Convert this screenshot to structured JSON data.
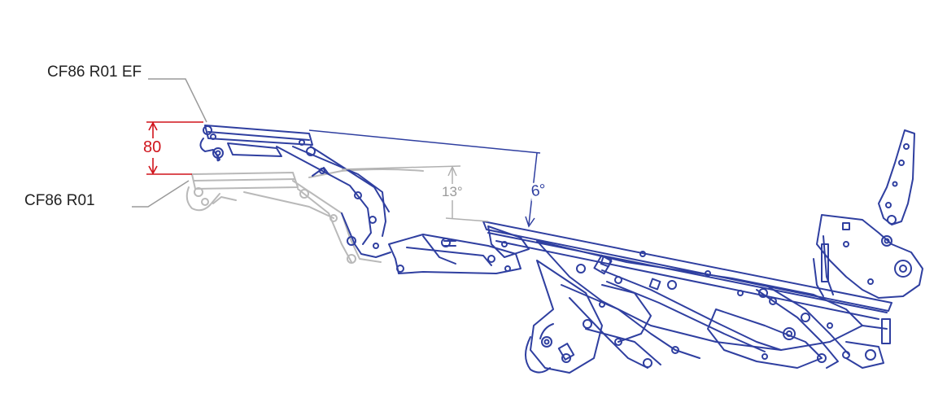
{
  "labels": {
    "upper_model": "CF86 R01 EF",
    "lower_model": "CF86 R01"
  },
  "dimensions": {
    "height": "80",
    "angle_upper": "6°",
    "angle_lower": "13°"
  },
  "colors": {
    "mechanism_upper": "#2f3fa0",
    "mechanism_lower": "#b9b9b9",
    "dimension_red": "#d0141c",
    "leader_gray": "#9a9a9a",
    "text": "#222222"
  }
}
